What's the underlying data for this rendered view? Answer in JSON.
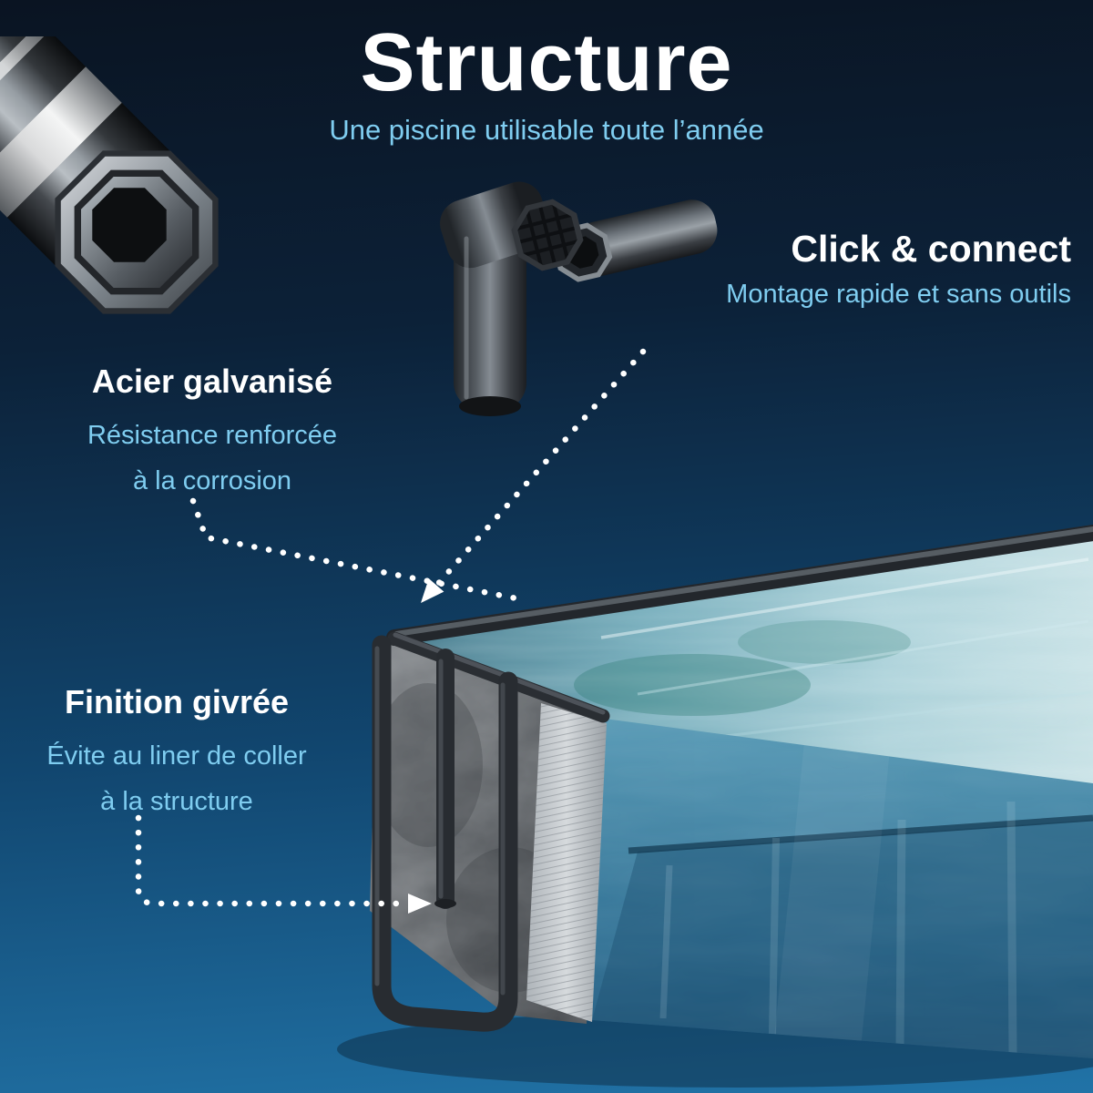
{
  "page": {
    "title": "Structure",
    "subtitle": "Une piscine utilisable toute l’année"
  },
  "annotations": {
    "click_connect": {
      "title": "Click & connect",
      "subtitle": "Montage rapide et sans outils"
    },
    "acier": {
      "title": "Acier galvanisé",
      "line1": "Résistance renforcée",
      "line2": "à la corrosion"
    },
    "finition": {
      "title": "Finition givrée",
      "line1": "Évite au liner de coller",
      "line2": "à la structure"
    }
  },
  "illustrations": {
    "steel_tube": "octagonal-galvanized-steel-tube-cutaway",
    "connector": "click-and-connect-corner-joint-with-loose-tube",
    "pool": "rectangular-frame-pool-filled-with-water",
    "arrows": "white-dotted-callout-arrows"
  },
  "colors": {
    "background_top": "#0a1422",
    "background_bottom": "#2173a7",
    "accent_text": "#7fcdf0",
    "title_text": "#ffffff",
    "arrow_dots": "#ffffff"
  }
}
